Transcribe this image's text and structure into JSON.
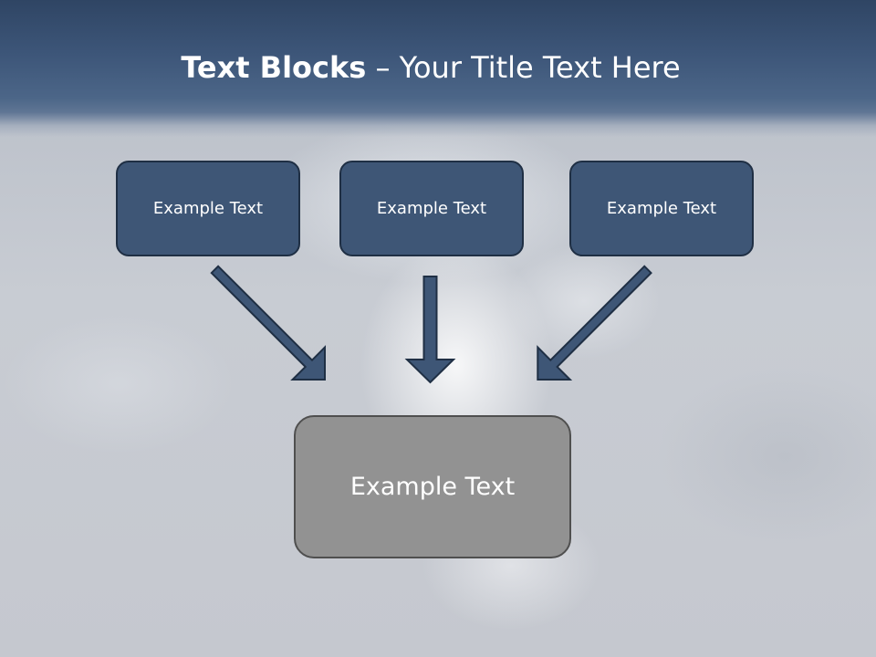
{
  "slide": {
    "title_bold": "Text Blocks",
    "title_rest": " – Your Title Text Here"
  },
  "boxes": {
    "left": "Example Text",
    "center": "Example Text",
    "right": "Example Text",
    "bottom": "Example Text"
  },
  "colors": {
    "title_band": "#3d5679",
    "box_fill": "#3e5676",
    "box_border": "#1f2f44",
    "arrow_fill": "#3e5676",
    "bottom_fill": "#929292"
  }
}
